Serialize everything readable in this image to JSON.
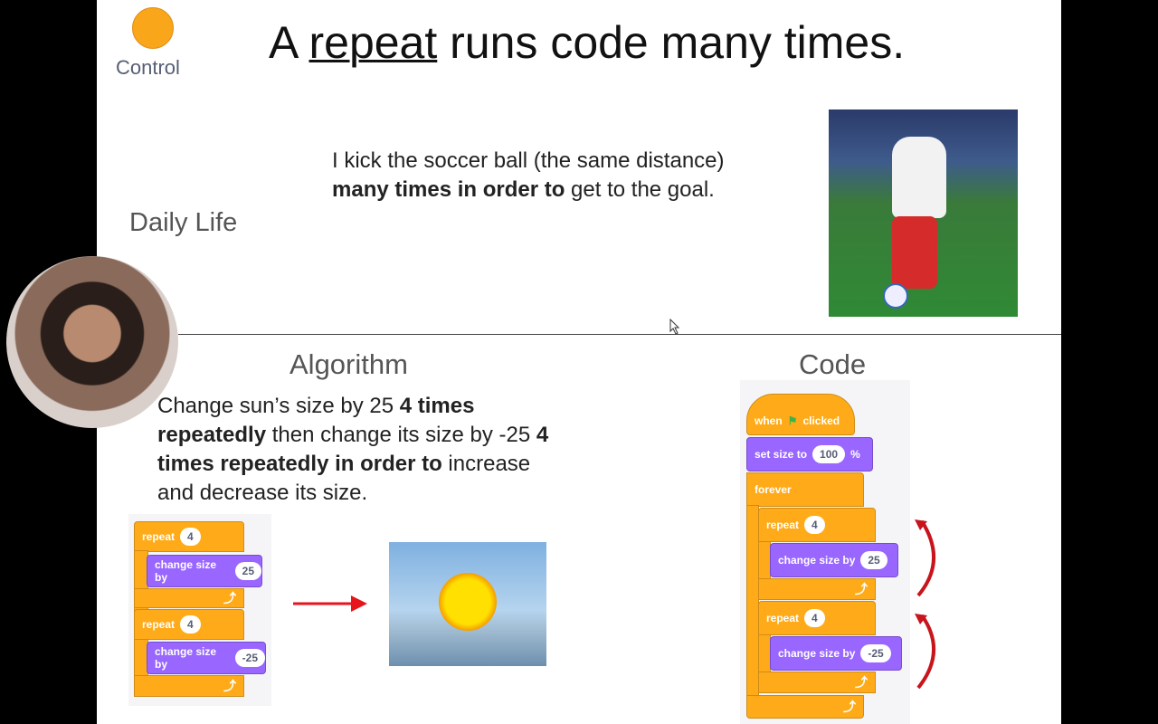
{
  "header": {
    "category": "Control",
    "title_pre": "A ",
    "title_keyword": "repeat",
    "title_post": " runs code many times."
  },
  "daily_life": {
    "label": "Daily Life",
    "text_1": "I kick the soccer ball (the same distance) ",
    "text_bold": "many times in order to",
    "text_2": " get to the goal."
  },
  "algorithm": {
    "label": "Algorithm",
    "t1": "Change sun’s size by 25 ",
    "b1": "4 times repeatedly",
    "t2": " then change its size by -25 ",
    "b2": "4 times repeatedly in order to",
    "t3": " increase and decrease its size."
  },
  "code": {
    "label": "Code",
    "when": "when",
    "clicked": "clicked",
    "set_size": "set size to",
    "set_value": "100",
    "percent": "%",
    "forever": "forever",
    "repeat": "repeat",
    "repeat_count": "4",
    "change_size": "change size by",
    "change_pos": "25",
    "change_neg": "-25"
  },
  "colors": {
    "control": "#ffab19",
    "looks": "#9966ff",
    "arrow": "#e8141c"
  }
}
